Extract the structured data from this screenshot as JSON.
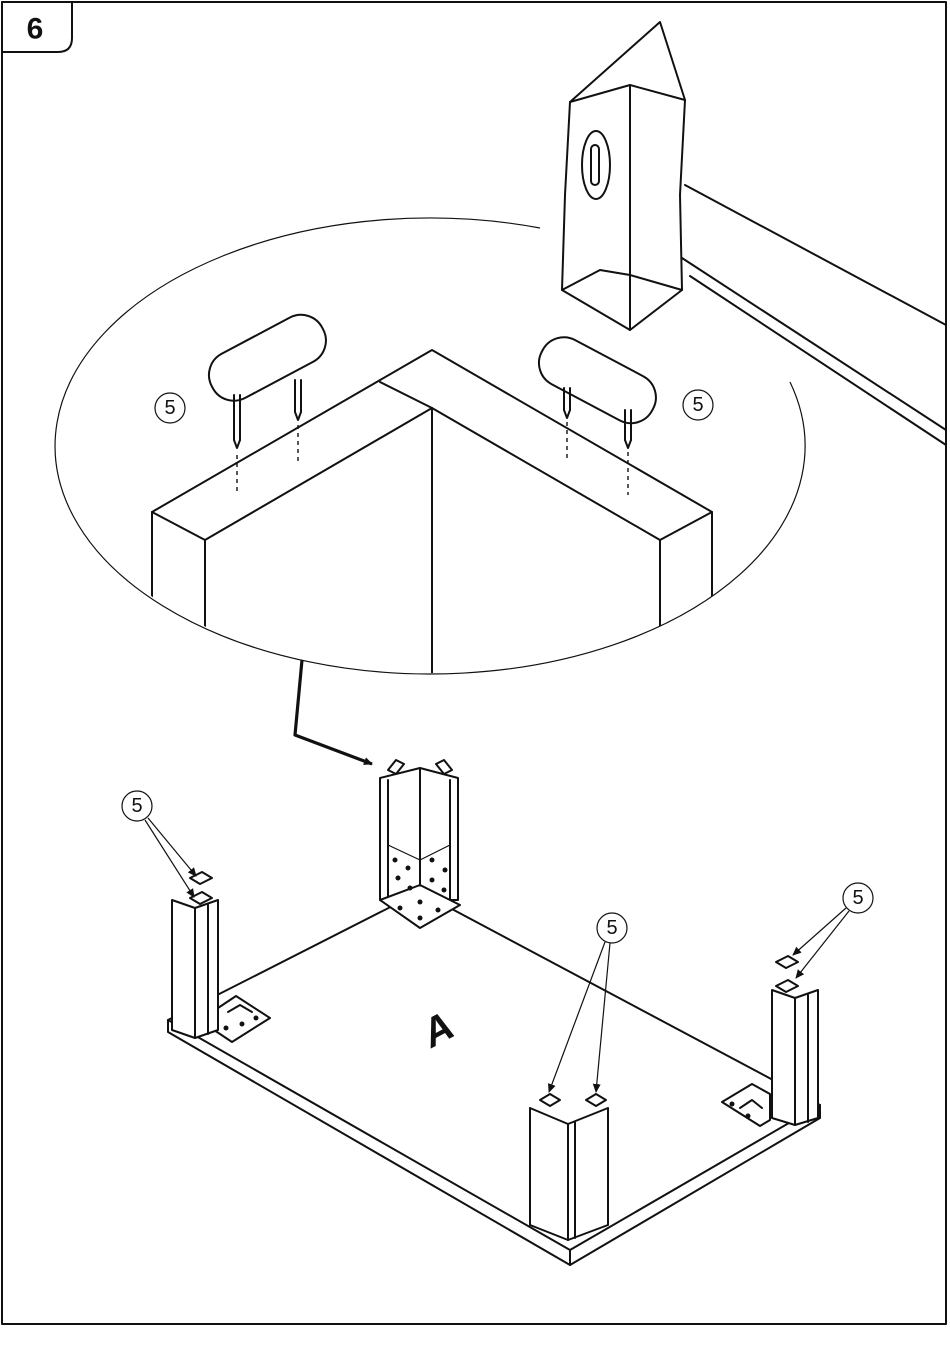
{
  "step": {
    "number": "6"
  },
  "part_label": "A",
  "callouts": [
    {
      "id": "detail-left",
      "label": "5"
    },
    {
      "id": "detail-right",
      "label": "5"
    },
    {
      "id": "leg-back-left",
      "label": "5"
    },
    {
      "id": "leg-front",
      "label": "5"
    },
    {
      "id": "leg-right",
      "label": "5"
    }
  ],
  "icons": [
    "hammer-icon",
    "nail-glide-icon",
    "corner-bracket-icon",
    "leader-arrow-icon"
  ],
  "colors": {
    "line": "#111111",
    "background": "#ffffff"
  }
}
